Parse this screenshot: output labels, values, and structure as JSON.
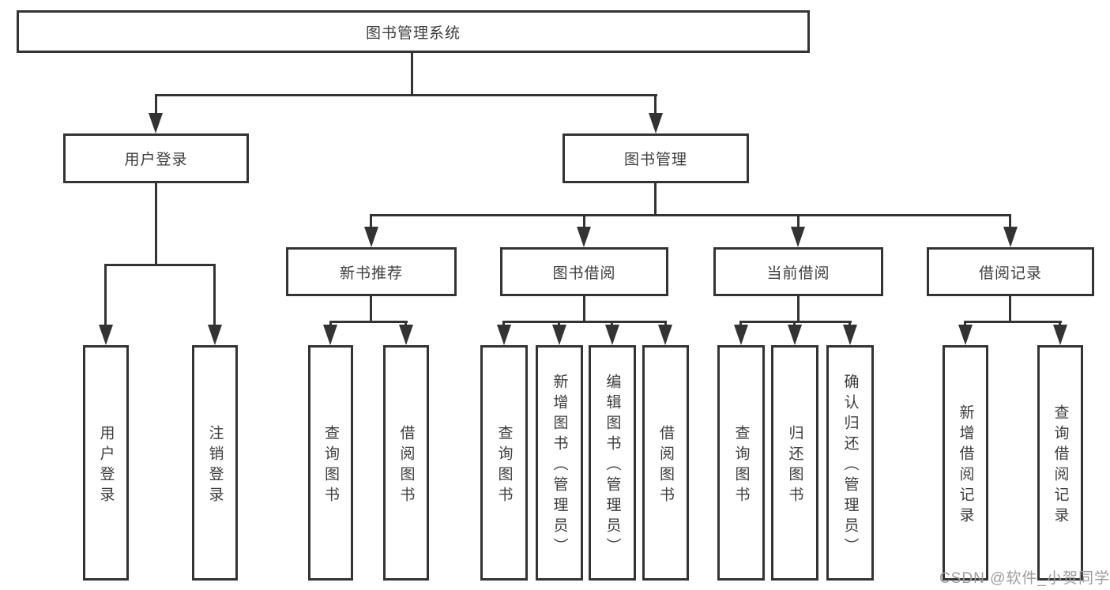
{
  "diagram": {
    "title": "图书管理系统",
    "nodes": {
      "root": "图书管理系统",
      "user_login": "用户登录",
      "book_management": "图书管理",
      "new_book_recommend": "新书推荐",
      "book_borrowing": "图书借阅",
      "current_borrowing": "当前借阅",
      "borrowing_records": "借阅记录",
      "leaf_user_login": "用户登录",
      "leaf_logout": "注销登录",
      "leaf_nb_query_books": "查询图书",
      "leaf_nb_borrow_books": "借阅图书",
      "leaf_bb_query_books": "查询图书",
      "leaf_bb_add_books": "新增图书（管理员）",
      "leaf_bb_edit_books": "编辑图书（管理员）",
      "leaf_bb_borrow_books": "借阅图书",
      "leaf_cb_query_books": "查询图书",
      "leaf_cb_return_books": "归还图书",
      "leaf_cb_confirm_return": "确认归还（管理员）",
      "leaf_br_add_record": "新增借阅记录",
      "leaf_br_query_record": "查询借阅记录"
    },
    "watermark": "CSDN @软件_小贺同学",
    "colors": {
      "line": "#333333",
      "text": "#3d3d3d",
      "watermark": "#9c9c9c",
      "background": "#ffffff"
    }
  }
}
